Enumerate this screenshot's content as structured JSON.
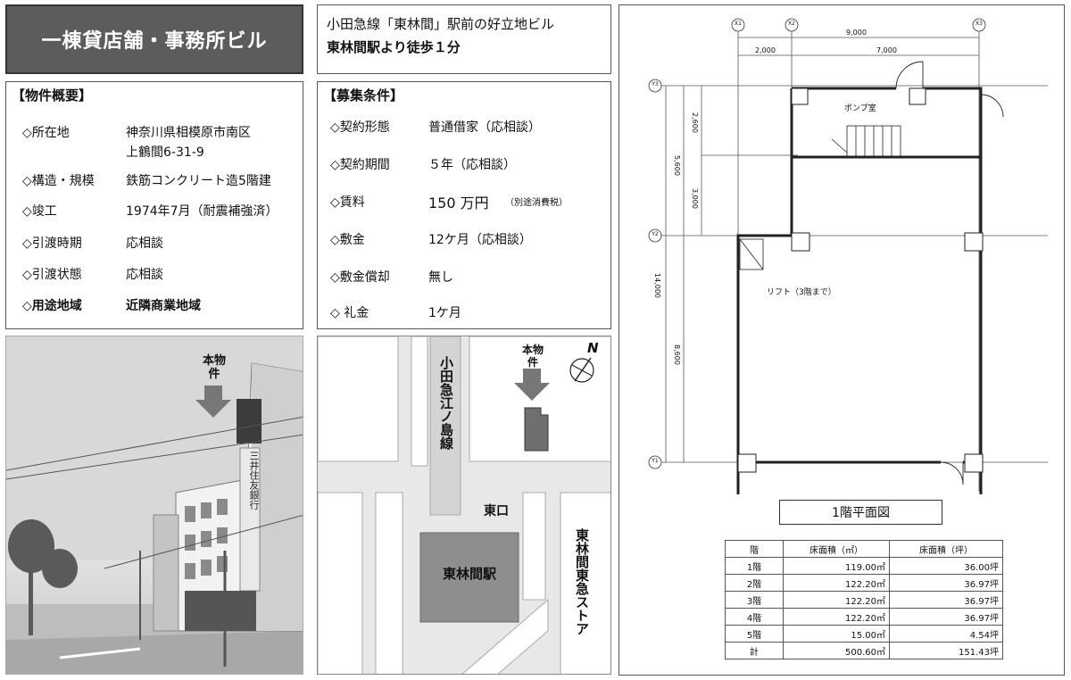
{
  "title": "一棟貸店舗・事務所ビル",
  "tagline": {
    "line1": "小田急線「東林間」駅前の好立地ビル",
    "line2": "東林間駅より徒歩１分"
  },
  "overview": {
    "heading": "【物件概要】",
    "rows": [
      {
        "key": "◇所在地",
        "value": "神奈川県相模原市南区",
        "value2": "上鶴間6-31-9"
      },
      {
        "key": "◇構造・規模",
        "value": "鉄筋コンクリート造5階建"
      },
      {
        "key": "◇竣工",
        "value": "1974年7月（耐震補強済）"
      },
      {
        "key": "◇引渡時期",
        "value": "応相談"
      },
      {
        "key": "◇引渡状態",
        "value": "応相談"
      },
      {
        "key": "◇用途地域",
        "value": "近隣商業地域"
      }
    ]
  },
  "terms": {
    "heading": "【募集条件】",
    "rows": [
      {
        "key": "◇契約形態",
        "value": "普通借家（応相談）"
      },
      {
        "key": "◇契約期間",
        "value": "５年（応相談）"
      },
      {
        "key": "◇賃料",
        "value": "150 万円",
        "note": "（別途消費税）"
      },
      {
        "key": "◇敷金",
        "value": "12ケ月（応相談）"
      },
      {
        "key": "◇敷金償却",
        "value": "無し"
      },
      {
        "key": "◇ 礼金",
        "value": "1ケ月"
      }
    ]
  },
  "photo": {
    "marker": "本物件",
    "bank_sign": "三井住友銀行"
  },
  "map": {
    "marker": "本物件",
    "north": "N",
    "rail_line": "小田急江ノ島線",
    "exit": "東口",
    "station": "東林間駅",
    "store": "東林間東急ストア"
  },
  "plan": {
    "title": "1階平面図",
    "pump_room": "ポンプ室",
    "lift": "リフト（3階まで）",
    "grid_x": [
      "X1",
      "X2",
      "X3"
    ],
    "grid_y": [
      "Y3",
      "Y2",
      "Y1"
    ],
    "dims_top": [
      "9,000",
      "2,000",
      "7,000"
    ],
    "dims_left": [
      "14,000",
      "5,600",
      "2,600",
      "3,000",
      "8,600"
    ]
  },
  "area_table": {
    "headers": [
      "階",
      "床面積（㎡）",
      "床面積（坪）"
    ],
    "rows": [
      [
        "1階",
        "119.00㎡",
        "36.00坪"
      ],
      [
        "2階",
        "122.20㎡",
        "36.97坪"
      ],
      [
        "3階",
        "122.20㎡",
        "36.97坪"
      ],
      [
        "4階",
        "122.20㎡",
        "36.97坪"
      ],
      [
        "5階",
        "15.00㎡",
        "4.54坪"
      ],
      [
        "計",
        "500.60㎡",
        "151.43坪"
      ]
    ]
  }
}
